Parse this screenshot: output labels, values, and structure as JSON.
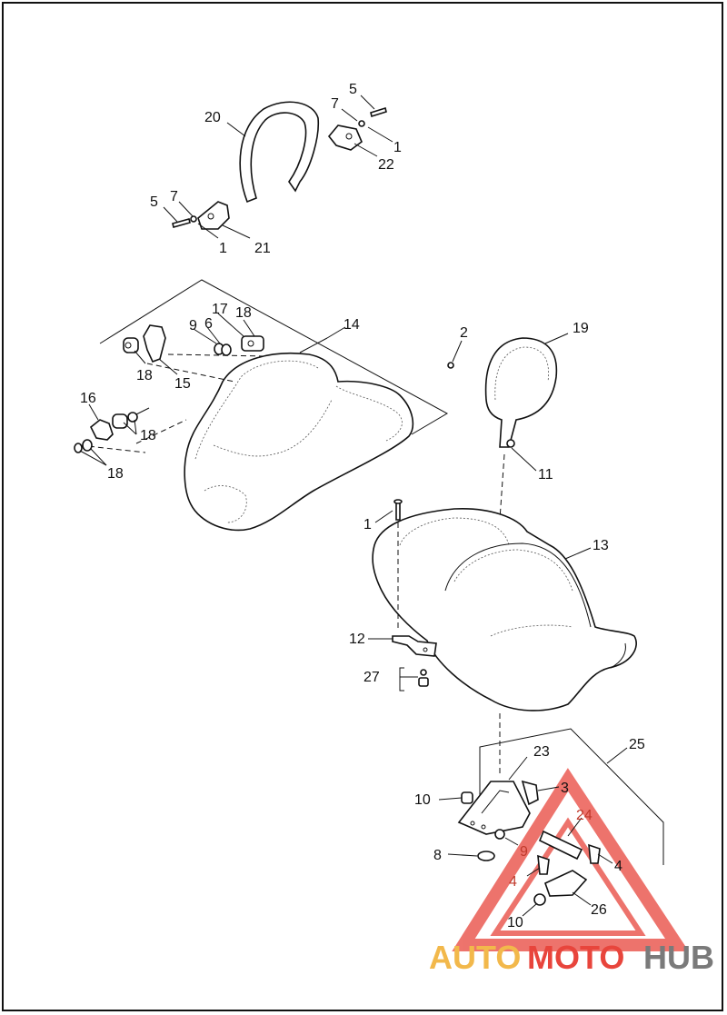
{
  "diagram": {
    "callouts": {
      "c1a": "1",
      "c1b": "1",
      "c1c": "1",
      "c2": "2",
      "c3": "3",
      "c4a": "4",
      "c4b": "4",
      "c5a": "5",
      "c5b": "5",
      "c6": "6",
      "c7a": "7",
      "c7b": "7",
      "c8": "8",
      "c9a": "9",
      "c9b": "9",
      "c10a": "10",
      "c10b": "10",
      "c11": "11",
      "c12": "12",
      "c13": "13",
      "c14": "14",
      "c15": "15",
      "c16": "16",
      "c17": "17",
      "c18a": "18",
      "c18b": "18",
      "c18c": "18",
      "c18d": "18",
      "c19": "19",
      "c20": "20",
      "c21": "21",
      "c22": "22",
      "c23": "23",
      "c24": "24",
      "c25": "25",
      "c26": "26",
      "c27": "27"
    }
  },
  "watermark": {
    "part1": "AUTO",
    "part2": "MOTO",
    "part3": "HUB",
    "colors": {
      "accent": "#f2b84b",
      "red": "#e8453c",
      "gray": "#7a7a7a"
    }
  }
}
